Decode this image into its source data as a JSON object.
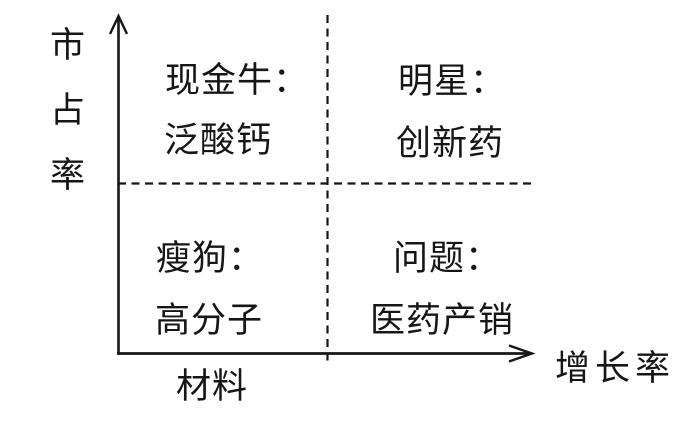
{
  "diagram": {
    "type": "bcg-growth-share-matrix",
    "background_color": "#ffffff",
    "line_color": "#161616",
    "text_color": "#161616",
    "axes": {
      "y_label": "市占率",
      "x_label": "增长率"
    },
    "quadrants": {
      "top_left": {
        "title": "现金牛：",
        "item": "泛酸钙"
      },
      "top_right": {
        "title": "明星：",
        "item": "创新药"
      },
      "bottom_left": {
        "title": "瘦狗：",
        "item": "高分子",
        "item_line2": "材料"
      },
      "bottom_right": {
        "title": "问题：",
        "item": "医药产销"
      }
    }
  }
}
